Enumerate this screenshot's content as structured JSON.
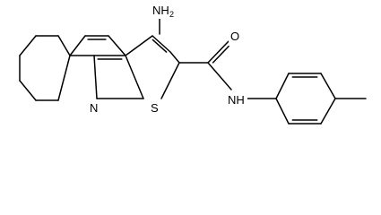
{
  "structure": {
    "atoms": {
      "amino": {
        "main": "NH",
        "sub": "2"
      },
      "carbonyl_oxygen": {
        "main": "O"
      },
      "ring_nitrogen": {
        "main": "N"
      },
      "sulfur": {
        "main": "S"
      },
      "amide_nitrogen": {
        "main": "NH"
      }
    }
  }
}
